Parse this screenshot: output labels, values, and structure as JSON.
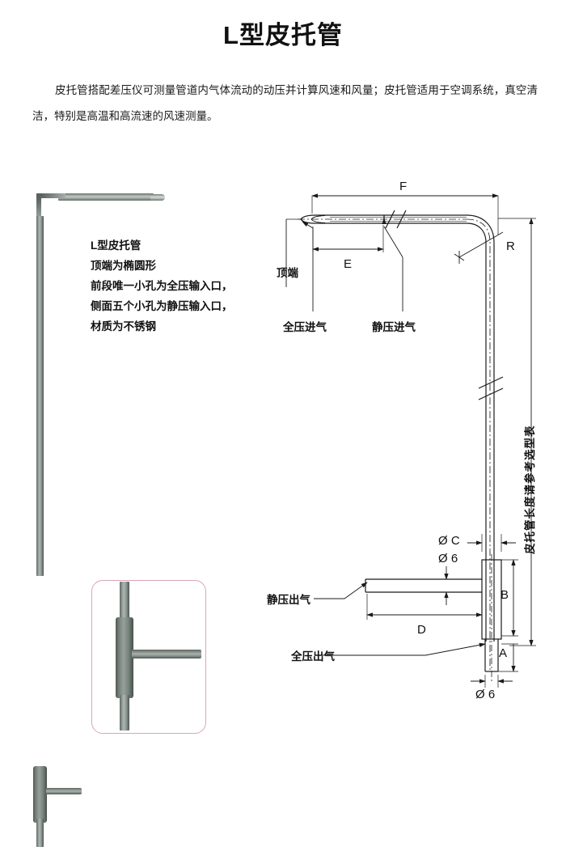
{
  "page": {
    "title": "L型皮托管",
    "description": "皮托管搭配差压仪可测量管道内气体流动的动压并计算风速和风量；皮托管适用于空调系统，真空清洁，特别是高温和高流速的风速测量。"
  },
  "photo_annotation": {
    "lines": [
      "L型皮托管",
      "顶端为椭圆形",
      "前段唯一小孔为全压输入口，",
      "侧面五个小孔为静压输入口，",
      "材质为不锈钢"
    ]
  },
  "drawing": {
    "dimensions": {
      "f": "F",
      "e": "E",
      "r": "R",
      "a": "A",
      "b": "B",
      "d": "D",
      "dia_c": "Ø C",
      "dia_6_upper": "Ø 6",
      "dia_6_lower": "Ø 6"
    },
    "callouts": {
      "tip": "顶端",
      "total_pressure_inlet": "全压进气",
      "static_pressure_inlet": "静压进气",
      "static_pressure_outlet": "静压出气",
      "total_pressure_outlet": "全压出气",
      "length_note": "皮托管长度请参考选型表"
    }
  },
  "colors": {
    "line": "#1a1a1a",
    "text": "#111111",
    "metal_light": "#c3c9c5",
    "metal_mid": "#8d9792",
    "metal_dark": "#4e5853",
    "inset_border": "#d8a7b8",
    "background": "#ffffff"
  }
}
